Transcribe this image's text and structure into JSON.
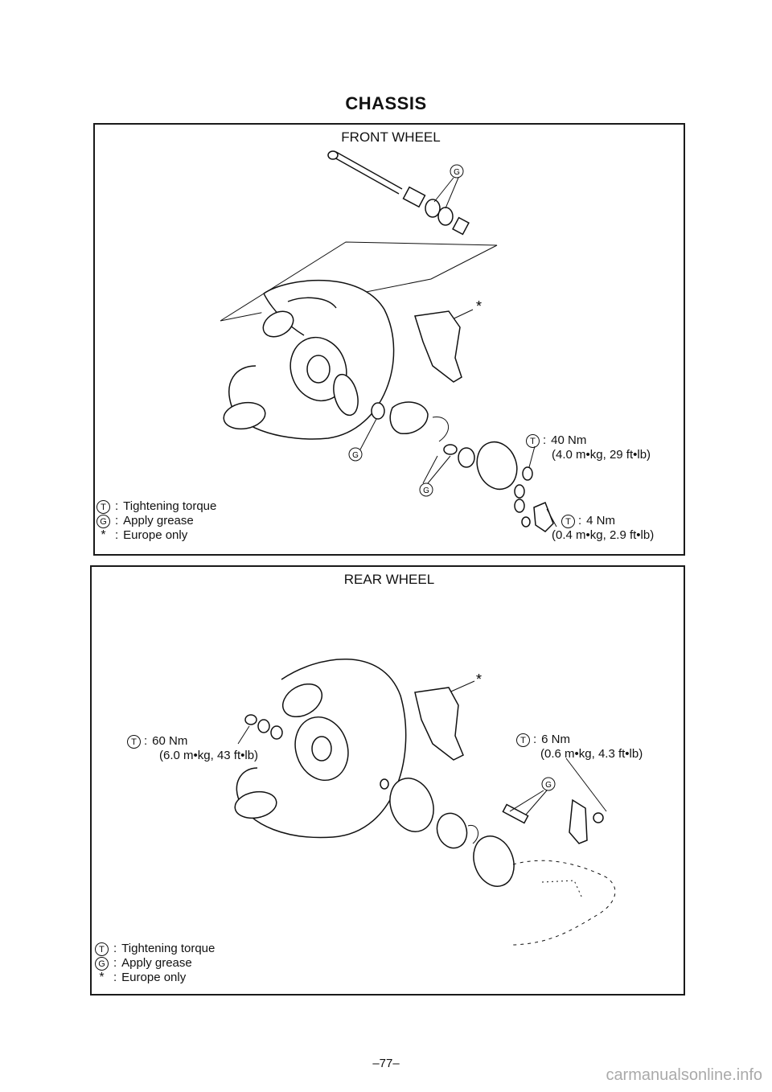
{
  "page": {
    "heading": "CHASSIS",
    "page_number": "–77–",
    "watermark": "carmanualsonline.info"
  },
  "symbols": {
    "torque": "T",
    "grease": "G",
    "europe": "*"
  },
  "front_wheel": {
    "title": "FRONT WHEEL",
    "legend": [
      {
        "symbol": "T",
        "text": "Tightening torque"
      },
      {
        "symbol": "G",
        "text": "Apply grease"
      },
      {
        "symbol": "*",
        "text": "Europe only"
      }
    ],
    "callouts": {
      "torque_hub_line1": "40 Nm",
      "torque_hub_line2": "(4.0 m•kg, 29 ft•lb)",
      "torque_small_line1": "4 Nm",
      "torque_small_line2": "(0.4 m•kg, 2.9 ft•lb)"
    }
  },
  "rear_wheel": {
    "title": "REAR WHEEL",
    "legend": [
      {
        "symbol": "T",
        "text": "Tightening torque"
      },
      {
        "symbol": "G",
        "text": "Apply grease"
      },
      {
        "symbol": "*",
        "text": "Europe only"
      }
    ],
    "callouts": {
      "torque_axle_line1": "60 Nm",
      "torque_axle_line2": "(6.0 m•kg, 43 ft•lb)",
      "torque_arm_line1": "6 Nm",
      "torque_arm_line2": "(0.6 m•kg, 4.3 ft•lb)"
    }
  }
}
